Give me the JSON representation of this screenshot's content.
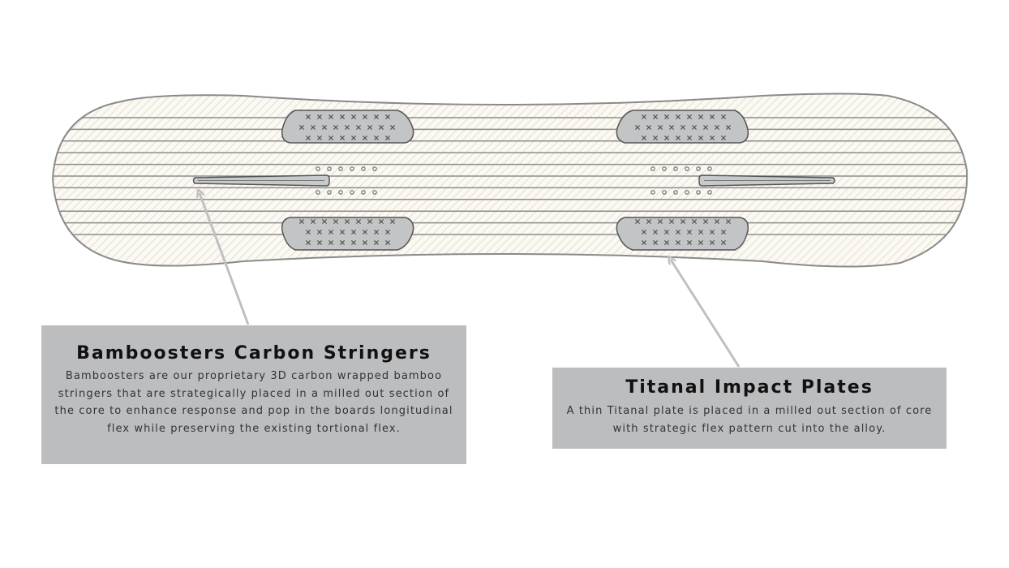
{
  "colors": {
    "board_fill": "#fbf9f4",
    "board_outline": "#8a8a8a",
    "hatch": "#e2d5bd",
    "stringer_lines": "#8d8d8d",
    "plate_fill": "#c3c4c6",
    "plate_outline": "#555555",
    "arrow": "#c0c0c2",
    "callout_bg": "#bcbdbf"
  },
  "callouts": {
    "carbon": {
      "title": "Bamboosters Carbon Stringers",
      "description": "Bamboosters are our proprietary 3D carbon wrapped bamboo stringers that are strategically placed in a milled out section of the core to enhance response and pop in the boards longitudinal flex while preserving the existing tortional flex."
    },
    "titanal": {
      "title": "Titanal Impact Plates",
      "description": "A thin Titanal plate is placed in a milled out section of core with strategic flex pattern cut into the alloy."
    }
  }
}
